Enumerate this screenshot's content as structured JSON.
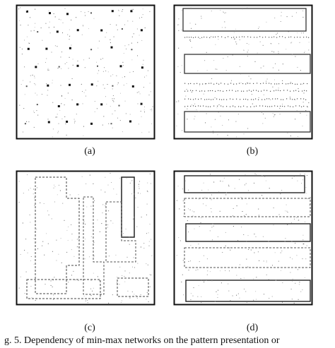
{
  "figure": {
    "panels": [
      {
        "id": "a",
        "label": "(a)"
      },
      {
        "id": "b",
        "label": "(b)"
      },
      {
        "id": "c",
        "label": "(c)"
      },
      {
        "id": "d",
        "label": "(d)"
      }
    ],
    "caption": "g. 5.   Dependency of min-max networks on the pattern presentation or"
  }
}
